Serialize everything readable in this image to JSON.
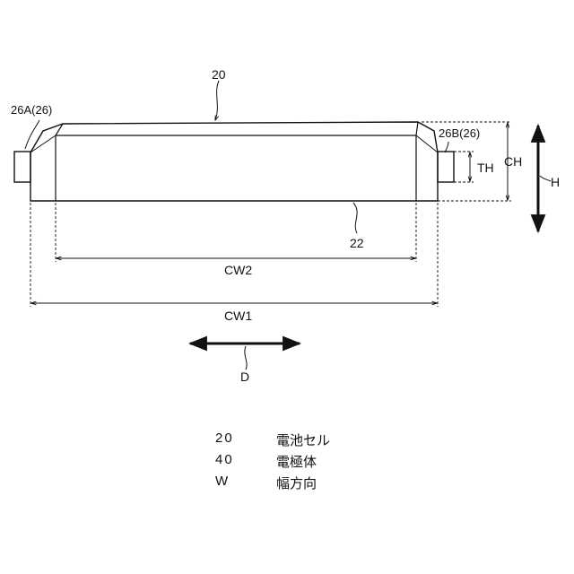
{
  "labels": {
    "cell": "20",
    "tab_left": "26A(26)",
    "tab_right": "26B(26)",
    "core": "22",
    "ch": "CH",
    "th": "TH",
    "h": "H",
    "cw2": "CW2",
    "cw1": "CW1",
    "d": "D"
  },
  "legend": [
    {
      "num": "20",
      "text": "電池セル"
    },
    {
      "num": "40",
      "text": "電極体"
    },
    {
      "num": "W",
      "text": "幅方向"
    }
  ]
}
